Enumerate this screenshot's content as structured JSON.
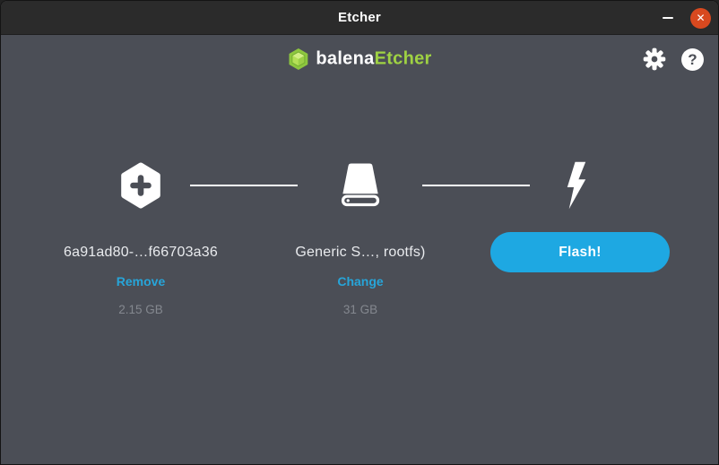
{
  "window": {
    "title": "Etcher",
    "close_glyph": "✕"
  },
  "header": {
    "brand_prefix": "balena",
    "brand_suffix": "Etcher",
    "help_glyph": "?"
  },
  "icons": {
    "brand": "balena-cube-icon",
    "settings": "gear-icon",
    "help": "question-mark-icon",
    "minimize": "minimize-icon",
    "close": "close-icon",
    "image_source": "hexagon-plus-icon",
    "target_drive": "drive-icon",
    "flash": "lightning-bolt-icon"
  },
  "steps": {
    "image": {
      "name": "6a91ad80-…f66703a36",
      "action_label": "Remove",
      "size_label": "2.15 GB"
    },
    "drive": {
      "name": "Generic S…, rootfs)",
      "action_label": "Change",
      "size_label": "31 GB"
    },
    "flash": {
      "button_label": "Flash!"
    }
  },
  "colors": {
    "body_background": "#4b4e56",
    "titlebar_background": "#2b2b2b",
    "accent_blue": "#27a5d9",
    "flash_button_blue": "#1ea8e2",
    "brand_green": "#9fd243",
    "close_button_red": "#d8491f",
    "muted_gray": "#84888f"
  }
}
